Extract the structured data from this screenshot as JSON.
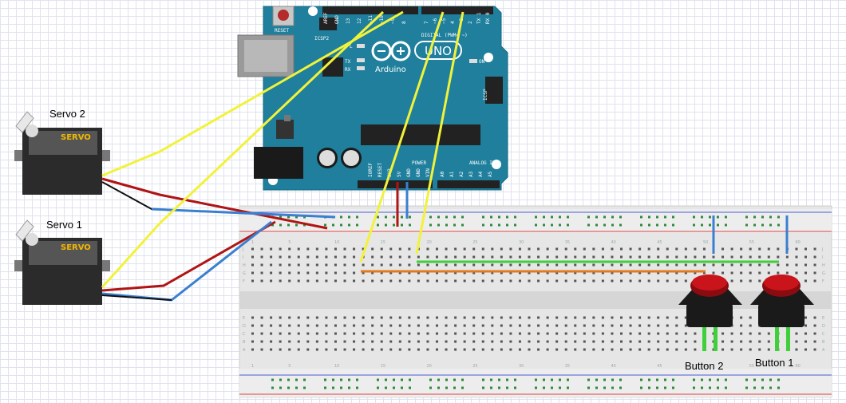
{
  "arduino": {
    "logo_text": "UNO",
    "brand": "Arduino",
    "reset_label": "RESET",
    "icsp2_label": "ICSP2",
    "icsp_label": "ICSP",
    "digital_label": "DIGITAL (PWM= ~)",
    "power_label": "POWER",
    "analog_label": "ANALOG IN",
    "l_label": "L",
    "tx_label": "TX",
    "rx_label": "RX",
    "on_label": "ON",
    "power_pins": [
      "IOREF",
      "RESET",
      "3V3",
      "5V",
      "GND",
      "GND",
      "VIN"
    ],
    "analog_pins": [
      "A0",
      "A1",
      "A2",
      "A3",
      "A4",
      "A5"
    ],
    "digital_pins_left": [
      "AREF",
      "GND",
      "13",
      "12",
      "~11",
      "~10",
      "~9",
      "8"
    ],
    "digital_pins_right": [
      "7",
      "~6",
      "~5",
      "4",
      "~3",
      "2",
      "TX 1",
      "RX 0"
    ]
  },
  "servos": [
    {
      "id": "servo-2",
      "label": "Servo 2",
      "brand": "SERVO"
    },
    {
      "id": "servo-1",
      "label": "Servo 1",
      "brand": "SERVO"
    }
  ],
  "buttons": [
    {
      "id": "button-2",
      "label": "Button 2"
    },
    {
      "id": "button-1",
      "label": "Button 1"
    }
  ],
  "breadboard": {
    "column_numbers": [
      "1",
      "5",
      "10",
      "15",
      "20",
      "25",
      "30",
      "35",
      "40",
      "45",
      "50",
      "55",
      "60"
    ],
    "row_letters_top": [
      "J",
      "I",
      "H",
      "G",
      "F"
    ],
    "row_letters_bottom": [
      "E",
      "D",
      "C",
      "B",
      "A"
    ]
  },
  "colors": {
    "board": "#1f7f9c",
    "wire_yellow": "#f2f23a",
    "wire_red": "#b01414",
    "wire_blue": "#3a7fd0",
    "wire_green": "#3fcf3a",
    "wire_orange": "#e07a20",
    "wire_black": "#111111",
    "button_red": "#c9141c"
  }
}
